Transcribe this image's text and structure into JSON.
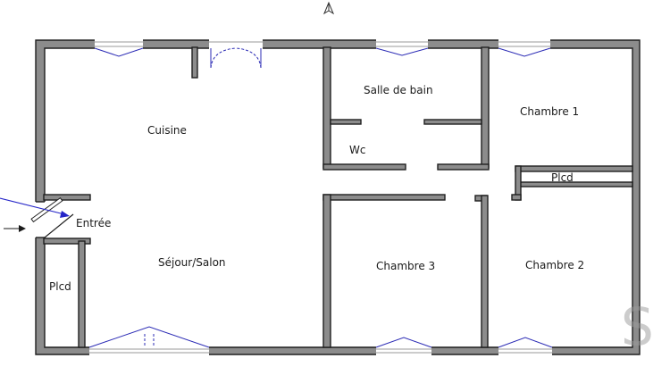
{
  "rooms": {
    "cuisine": "Cuisine",
    "salle_de_bain": "Salle de bain",
    "chambre_1": "Chambre 1",
    "wc": "Wc",
    "plcd_right": "Plcd",
    "entree": "Entrée",
    "sejour_salon": "Séjour/Salon",
    "chambre_3": "Chambre 3",
    "chambre_2": "Chambre 2",
    "plcd_left": "Plcd"
  },
  "watermark_glyph": "S",
  "colors": {
    "wall_fill": "#8c8c8c",
    "wall_outline": "#1f1f1f",
    "opening_blue": "#2b2bb5",
    "arrow_blue": "#2424c8",
    "text": "#1a1a1a"
  },
  "icons": {
    "north_marker": "north-arrow-icon",
    "entry_pointer": "arrow-right-icon",
    "entry_pointer_blue": "arrow-diagonal-icon"
  }
}
